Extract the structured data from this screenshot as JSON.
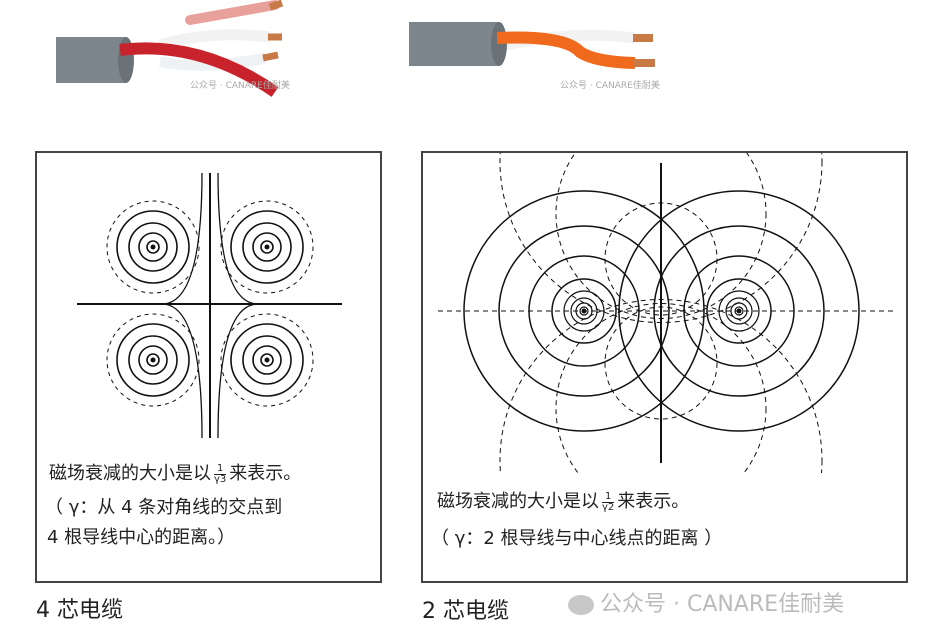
{
  "top_images": {
    "four_core_watermark": "公众号 · CANARE佳耐美",
    "two_core_watermark": "公众号 · CANARE佳耐美"
  },
  "four_core": {
    "desc_line1_pre": "磁场衰减的大小是以",
    "frac_num": "1",
    "frac_den": "γ3",
    "desc_line1_post": "来表示。",
    "desc_line2": "（ γ：从 4 条对角线的交点到",
    "desc_line3": "4 根导线中心的距离。）",
    "caption": "4 芯电缆"
  },
  "two_core": {
    "desc_line1_pre": "磁场衰减的大小是以",
    "frac_num": "1",
    "frac_den": "γ2",
    "desc_line1_post": "来表示。",
    "desc_line2": "（ γ：2 根导线与中心线点的距离 ）",
    "caption": "2 芯电缆"
  },
  "watermark": "公众号 · CANARE佳耐美",
  "colors": {
    "red_wire": "#c8232c",
    "orange_wire": "#f06a1e",
    "jacket": "#7d868c",
    "copper": "#c77a45"
  }
}
